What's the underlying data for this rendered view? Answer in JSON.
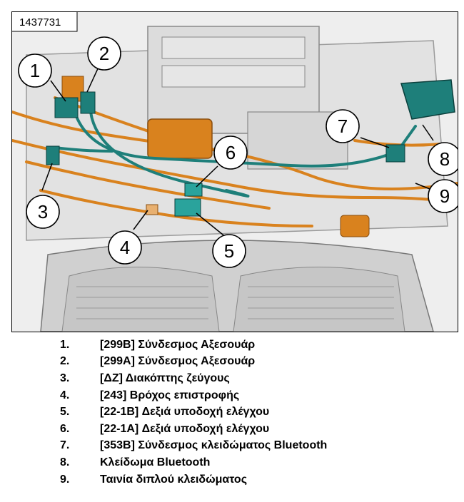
{
  "figure": {
    "id_label": "1437731",
    "callouts": [
      "1",
      "2",
      "3",
      "4",
      "5",
      "6",
      "7",
      "8",
      "9"
    ],
    "wire_color": "#1e7f7a",
    "harness_color": "#d9821e"
  },
  "legend": [
    {
      "num": "1.",
      "text": "[299B] Σύνδεσμος Αξεσουάρ"
    },
    {
      "num": "2.",
      "text": "[299A] Σύνδεσμος Αξεσουάρ"
    },
    {
      "num": "3.",
      "text": "[ΔΖ] Διακόπτης ζεύγους"
    },
    {
      "num": "4.",
      "text": "[243] Βρόχος επιστροφής"
    },
    {
      "num": "5.",
      "text": "[22-1B] Δεξιά υποδοχή ελέγχου"
    },
    {
      "num": "6.",
      "text": "[22-1A] Δεξιά υποδοχή ελέγχου"
    },
    {
      "num": "7.",
      "text": "[353B] Σύνδεσμος κλειδώματος Bluetooth"
    },
    {
      "num": "8.",
      "text": "Κλείδωμα Bluetooth"
    },
    {
      "num": "9.",
      "text": "Ταινία διπλού κλειδώματος"
    }
  ]
}
